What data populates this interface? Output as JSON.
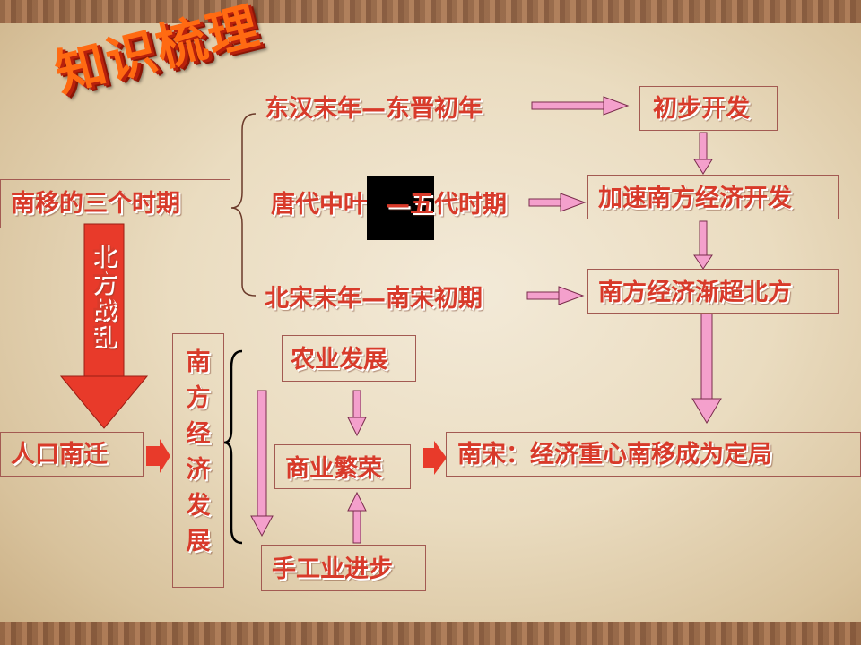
{
  "title": "知识梳理",
  "periods_label": "南移的三个时期",
  "periods": [
    "东汉末年—东晋初年",
    "唐代中叶—五代时期",
    "北宋末年—南宋初期"
  ],
  "periods_visible": {
    "p2_left": "唐代中叶",
    "p2_right": "—五代时期"
  },
  "stages": [
    "初步开发",
    "加速南方经济开发",
    "南方经济渐超北方"
  ],
  "cause_label": "北方战乱",
  "migration_label": "人口南迁",
  "economy_label": "南方经济发展",
  "factors": [
    "农业发展",
    "商业繁荣",
    "手工业进步"
  ],
  "conclusion": "南宋：经济重心南移成为定局",
  "colors": {
    "text": "#d83a2a",
    "arrow_fill": "#f4a0cc",
    "arrow_stroke": "#7a2c4c",
    "big_arrow": "#e83a2a"
  }
}
